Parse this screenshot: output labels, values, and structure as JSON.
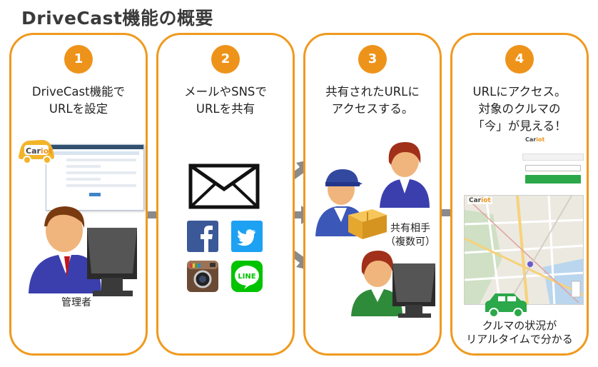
{
  "title": "DriveCast機能の概要",
  "steps": [
    {
      "number": "1",
      "lines": [
        "DriveCast機能で",
        "URLを設定"
      ],
      "caption": "管理者"
    },
    {
      "number": "2",
      "lines": [
        "メールやSNSで",
        "URLを共有"
      ]
    },
    {
      "number": "3",
      "lines": [
        "共有されたURLに",
        "アクセスする。"
      ],
      "caption_lines": [
        "共有相手",
        "（複数可）"
      ]
    },
    {
      "number": "4",
      "lines": [
        "URLにアクセス。",
        "対象のクルマの",
        "「今」が見える！"
      ],
      "caption_lines": [
        "クルマの状況が",
        "リアルタイムで分かる"
      ]
    }
  ],
  "logo": {
    "brand_a": "Car",
    "brand_b": "iot"
  },
  "icons": [
    "mail-icon",
    "facebook-icon",
    "twitter-icon",
    "instagram-icon",
    "line-icon"
  ],
  "line_label": "LINE",
  "colors": {
    "orange": "#ef9a1e",
    "arrow": "#8a8a8a",
    "facebook": "#3b5998",
    "twitter": "#1da1f2",
    "line": "#00c300",
    "green": "#2aa84a"
  }
}
